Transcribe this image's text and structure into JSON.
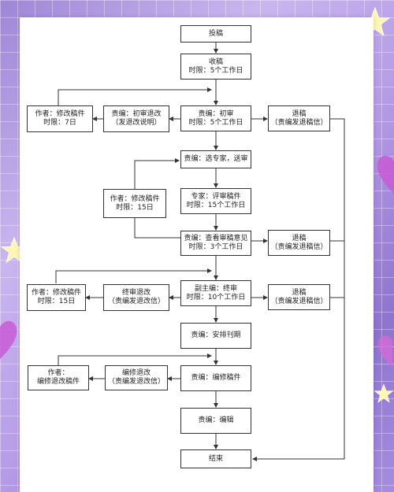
{
  "flowchart": {
    "nodes": {
      "submit": {
        "lines": [
          "投稿"
        ]
      },
      "receive": {
        "lines": [
          "收稿",
          "时限：5个工作日"
        ]
      },
      "author_revise_1": {
        "lines": [
          "作者：修改稿件",
          "时限：7日"
        ]
      },
      "initial_return": {
        "lines": [
          "责编：初审退改",
          "（发退改说明）"
        ]
      },
      "initial_review": {
        "lines": [
          "责编：初审",
          "时限：5个工作日"
        ]
      },
      "reject_1": {
        "lines": [
          "退稿",
          "（责编发退稿信）"
        ]
      },
      "select_expert": {
        "lines": [
          "责编：选专家，送审"
        ]
      },
      "author_revise_2": {
        "lines": [
          "作者：修改稿件",
          "时限：15日"
        ]
      },
      "expert_review": {
        "lines": [
          "专家：评审稿件",
          "时限：15个工作日"
        ]
      },
      "view_opinions": {
        "lines": [
          "责编：查看审稿意见",
          "时限：3个工作日"
        ]
      },
      "reject_2": {
        "lines": [
          "退稿",
          "（责编发退稿信）"
        ]
      },
      "author_revise_3": {
        "lines": [
          "作者：修改稿件",
          "时限：15日"
        ]
      },
      "final_return": {
        "lines": [
          "终审退改",
          "（责编发退改信）"
        ]
      },
      "final_review": {
        "lines": [
          "副主编：终审",
          "时限：10个工作日"
        ]
      },
      "reject_3": {
        "lines": [
          "退稿",
          "（责编发退稿信）"
        ]
      },
      "schedule": {
        "lines": [
          "责编：安排刊期"
        ]
      },
      "author_edit_revise": {
        "lines": [
          "作者：",
          "编修退改稿件"
        ]
      },
      "edit_return": {
        "lines": [
          "编修退改",
          "（责编发退改信）"
        ]
      },
      "edit_manuscript": {
        "lines": [
          "责编：编修稿件"
        ]
      },
      "typeset": {
        "lines": [
          "责编：编辑"
        ]
      },
      "end": {
        "lines": [
          "结束"
        ]
      }
    }
  },
  "colors": {
    "line": "#333333",
    "paper": "#ffffff"
  }
}
